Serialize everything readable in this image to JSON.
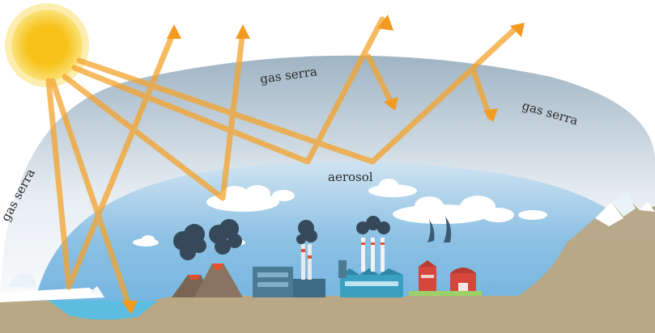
{
  "labels": {
    "gas_serra_top": "gas serra",
    "gas_serra_right": "gas serra",
    "gas_serra_left": "gas serra",
    "aerosol": "aerosol"
  },
  "colors": {
    "sun": "#f7c21a",
    "rays": "#f4a32c",
    "sky": "#7bb7df",
    "ground": "#b8a886",
    "smoke": "#36495a"
  }
}
